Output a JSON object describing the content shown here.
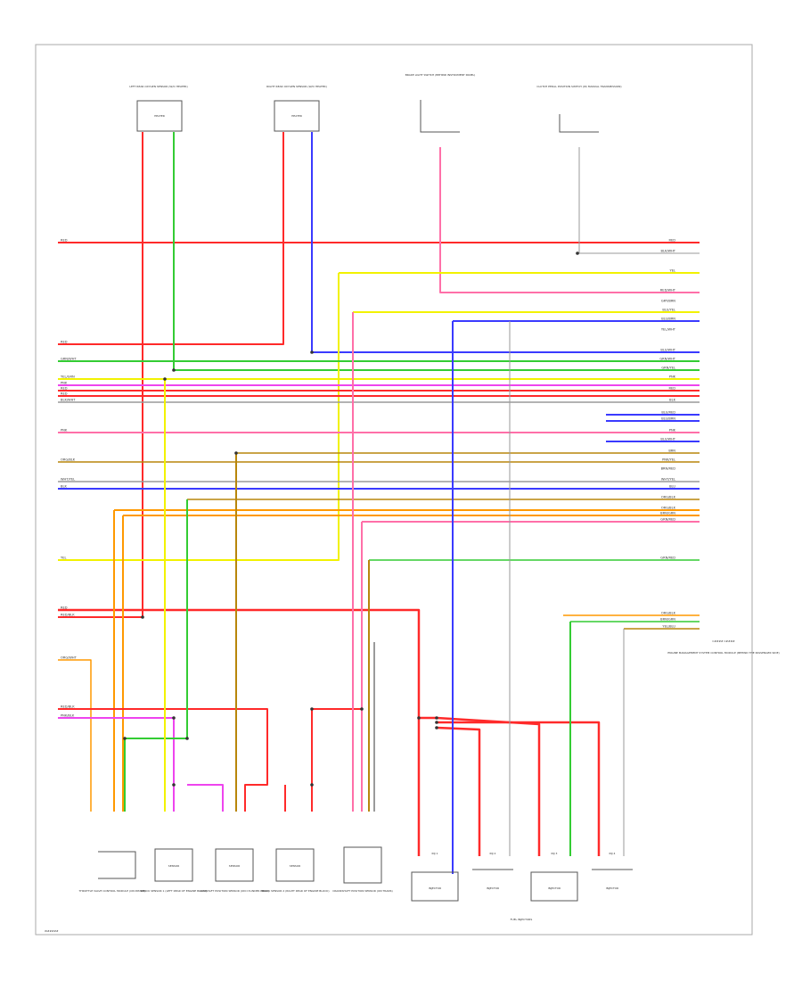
{
  "diagram": {
    "footer_code": "W#####",
    "ecm_label": "ENGINE MANAGEMENT SYSTEM CONTROL MODULE (BEHIND THE PASSENGER SIDE)",
    "ecm_connector": "C#### C####",
    "fuel_injectors_label": "FUEL INJECTORS",
    "top_components": [
      {
        "label": "LEFT REAR OXYGEN SENSOR (W/O HEATER)",
        "box": "HEATER"
      },
      {
        "label": "RIGHT REAR OXYGEN SENSOR (W/O HEATER)",
        "box": "HEATER"
      },
      {
        "label": "BRAKE LIGHT SWITCH (BEHIND INSTRUMENT PANEL)",
        "box": ""
      },
      {
        "label": "CLUTCH PEDAL POSITION SWITCH (W/ MANUAL TRANSMISSION)",
        "box": ""
      }
    ],
    "bottom_components": [
      {
        "label": "THROTTLE VALVE CONTROL MODULE (ON INTAKE)",
        "box": ""
      },
      {
        "label": "KNOCK SENSOR 1 (LEFT REAR OF ENGINE BLOCK)",
        "box": "SENSOR"
      },
      {
        "label": "CAMSHAFT POSITION SENSOR (ON CYLINDER HEAD)",
        "box": "SENSOR"
      },
      {
        "label": "KNOCK SENSOR 2 (RIGHT REAR OF ENGINE BLOCK)",
        "box": "SENSOR"
      },
      {
        "label": "CRANKSHAFT POSITION SENSOR (ON TRANS)",
        "box": ""
      }
    ],
    "injectors": [
      {
        "label": "INJ 1",
        "box": "INJECTOR"
      },
      {
        "label": "INJ 2",
        "box": "INJECTOR"
      },
      {
        "label": "INJ 3",
        "box": "INJECTOR"
      },
      {
        "label": "INJ 4",
        "box": "INJECTOR"
      }
    ],
    "left_labels": [
      "RED",
      "RED",
      "GRN/WHT",
      "YEL/GRN",
      "PNK",
      "RED",
      "RED",
      "BLK/WHT",
      "PNK",
      "ORG/BLK",
      "WHT/YEL",
      "BLK",
      "YEL",
      "RED",
      "RED/BLK",
      "ORG/WHT",
      "RED/BLK",
      "PNK/BLK"
    ],
    "right_labels": [
      "RED",
      "BLK/WHT",
      "YEL",
      "RED/WHT",
      "GRY/BRN",
      "BLU/YEL",
      "BLU/BRN",
      "YEL/WHT",
      "BLU/WHT",
      "GRN/WHT",
      "GRN/YEL",
      "PNK",
      "RED",
      "BLK",
      "BLU/RED",
      "BLU/BRN",
      "PNK",
      "BLU/WHT",
      "BRN",
      "PNK/YEL",
      "BRN/RED",
      "WHT/YEL",
      "BLU",
      "ORG/BLK",
      "ORG/BLK",
      "BRN/GRN",
      "GRN/RED",
      "GRN/RED",
      "ORG/BLK",
      "BRN/GRN",
      "YEL/BLU"
    ]
  },
  "colors": {
    "red": "#ff2a2a",
    "pink": "#ff6fa8",
    "green": "#33cc33",
    "yellow": "#f2f200",
    "blue": "#3a3aff",
    "orange": "#ff9900",
    "magenta": "#ee44ee",
    "brown": "#b8860b",
    "gray": "#9a9a9a",
    "frame": "#aaaaaa"
  }
}
